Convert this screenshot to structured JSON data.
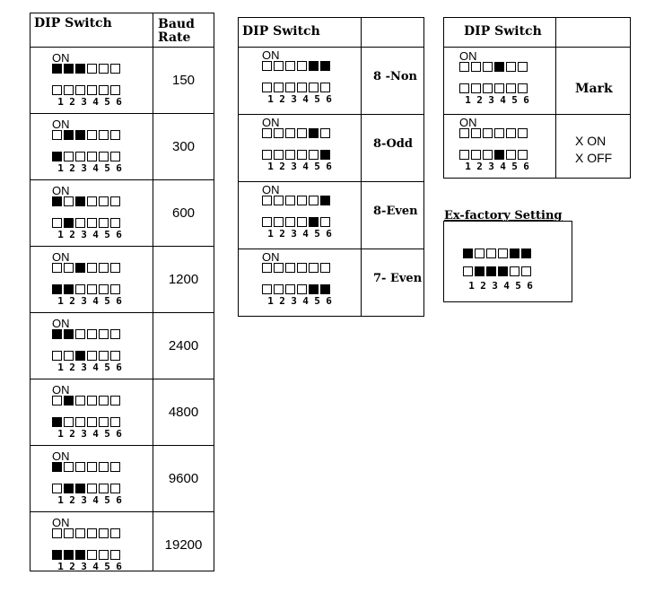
{
  "baud_table": {
    "header_switch": "DIP Switch",
    "header_value": "Baud Rate",
    "rows": [
      {
        "value": "150",
        "top": [
          1,
          1,
          1,
          0,
          0,
          0
        ],
        "bottom": [
          0,
          0,
          0,
          0,
          0,
          0
        ]
      },
      {
        "value": "300",
        "top": [
          0,
          1,
          1,
          0,
          0,
          0
        ],
        "bottom": [
          1,
          0,
          0,
          0,
          0,
          0
        ]
      },
      {
        "value": "600",
        "top": [
          1,
          0,
          1,
          0,
          0,
          0
        ],
        "bottom": [
          0,
          1,
          0,
          0,
          0,
          0
        ]
      },
      {
        "value": "1200",
        "top": [
          0,
          0,
          1,
          0,
          0,
          0
        ],
        "bottom": [
          1,
          1,
          0,
          0,
          0,
          0
        ]
      },
      {
        "value": "2400",
        "top": [
          1,
          1,
          0,
          0,
          0,
          0
        ],
        "bottom": [
          0,
          0,
          1,
          0,
          0,
          0
        ]
      },
      {
        "value": "4800",
        "top": [
          0,
          1,
          0,
          0,
          0,
          0
        ],
        "bottom": [
          1,
          0,
          0,
          0,
          0,
          0
        ]
      },
      {
        "value": "9600",
        "top": [
          1,
          0,
          0,
          0,
          0,
          0
        ],
        "bottom": [
          0,
          1,
          1,
          0,
          0,
          0
        ]
      },
      {
        "value": "19200",
        "top": [
          0,
          0,
          0,
          0,
          0,
          0
        ],
        "bottom": [
          1,
          1,
          1,
          0,
          0,
          0
        ]
      }
    ]
  },
  "parity_table": {
    "header_switch": "DIP Switch",
    "rows": [
      {
        "value": "8 -Non",
        "top": [
          0,
          0,
          0,
          0,
          1,
          1
        ],
        "bottom": [
          0,
          0,
          0,
          0,
          0,
          0
        ]
      },
      {
        "value": "8-Odd",
        "top": [
          0,
          0,
          0,
          0,
          1,
          0
        ],
        "bottom": [
          0,
          0,
          0,
          0,
          0,
          1
        ]
      },
      {
        "value": "8-Even",
        "top": [
          0,
          0,
          0,
          0,
          0,
          1
        ],
        "bottom": [
          0,
          0,
          0,
          0,
          1,
          0
        ]
      },
      {
        "value": "7- Even",
        "top": [
          0,
          0,
          0,
          0,
          0,
          0
        ],
        "bottom": [
          0,
          0,
          0,
          0,
          1,
          1
        ]
      }
    ]
  },
  "mark_table": {
    "header_switch": "DIP Switch",
    "mark_label": "Mark",
    "legend_on": "X ON",
    "legend_off": "X OFF",
    "rows": [
      {
        "top": [
          0,
          0,
          0,
          1,
          0,
          0
        ],
        "bottom": [
          0,
          0,
          0,
          0,
          0,
          0
        ]
      },
      {
        "top": [
          0,
          0,
          0,
          0,
          0,
          0
        ],
        "bottom": [
          0,
          0,
          0,
          1,
          0,
          0
        ]
      }
    ]
  },
  "factory": {
    "title": "Ex-factory Setting",
    "top": [
      1,
      0,
      0,
      0,
      1,
      1
    ],
    "bottom": [
      0,
      1,
      1,
      1,
      0,
      0
    ]
  },
  "dip_common": {
    "on_label": "ON",
    "numbers": [
      "1",
      "2",
      "3",
      "4",
      "5",
      "6"
    ]
  }
}
